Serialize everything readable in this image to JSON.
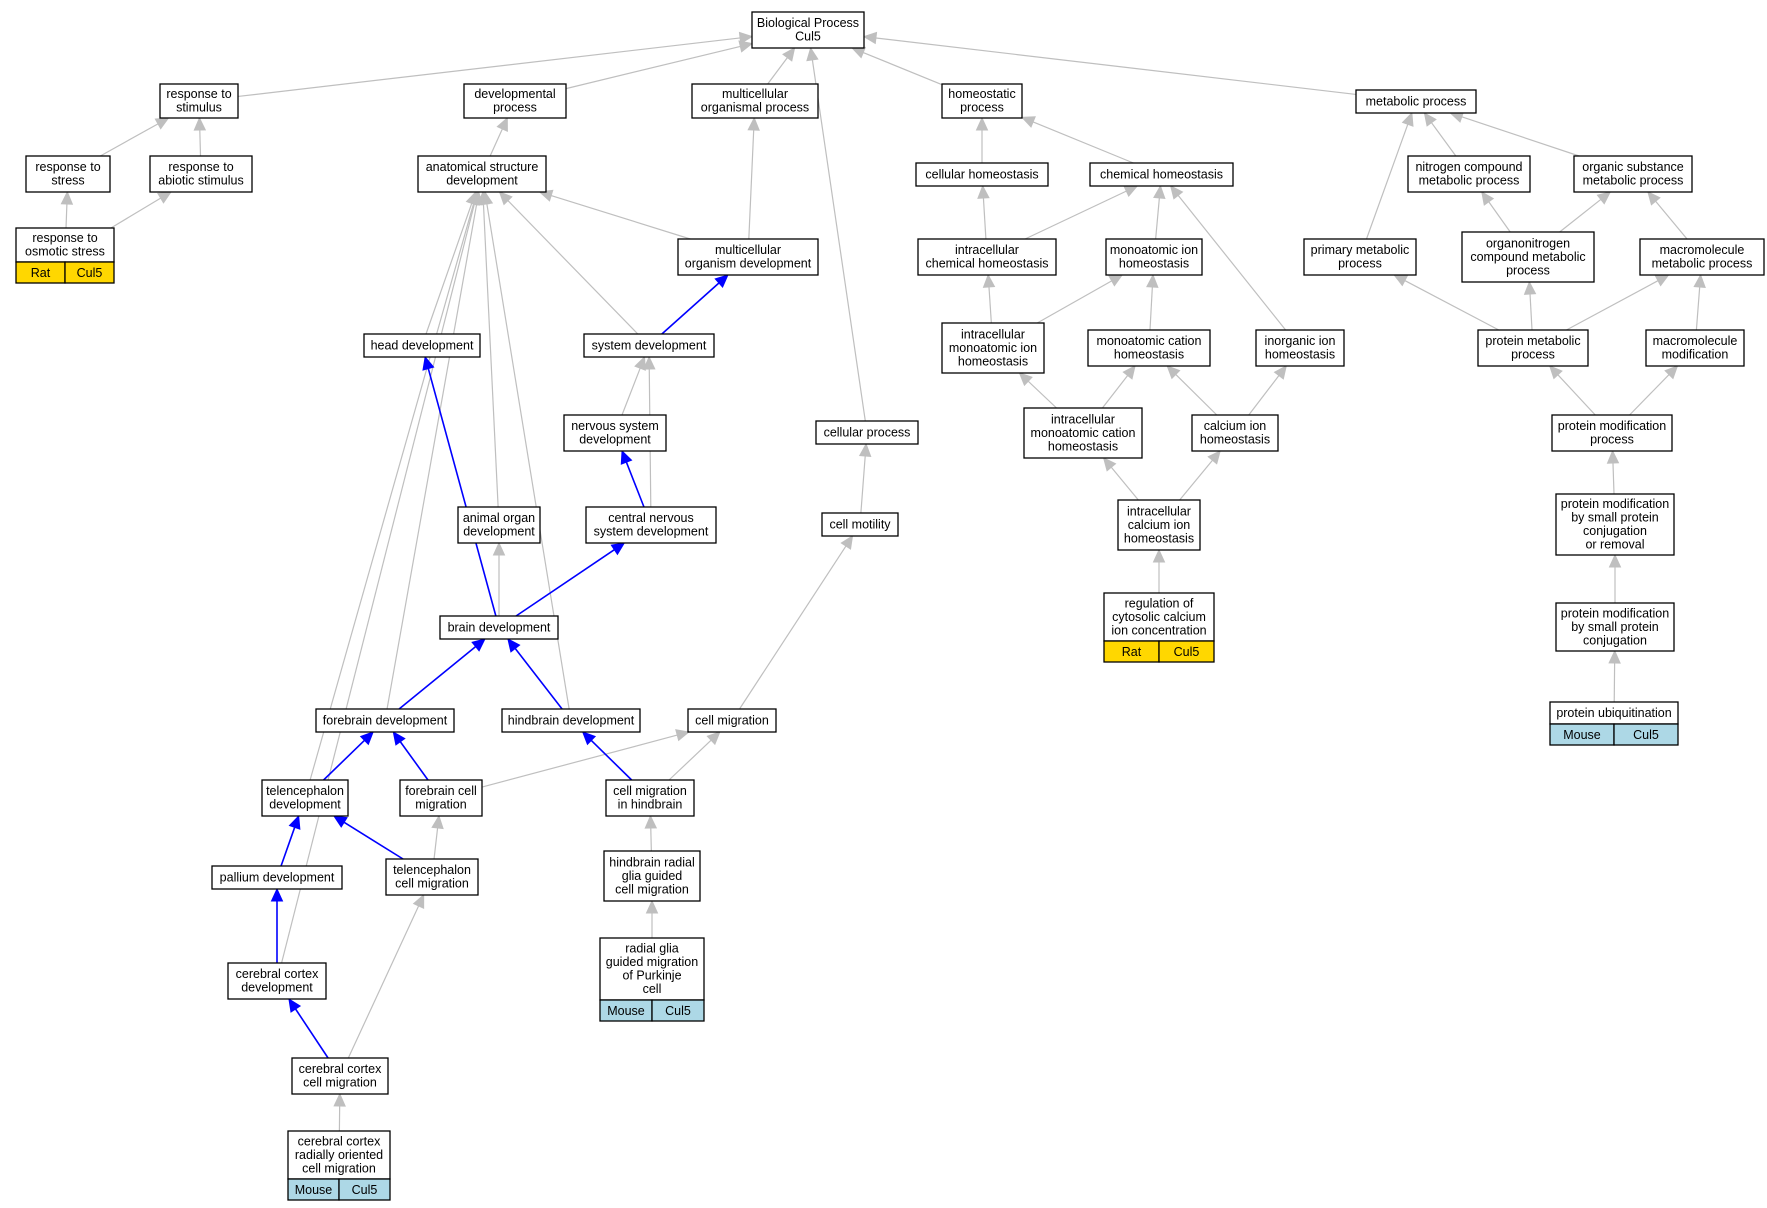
{
  "colors": {
    "edge_default": "#bfbfbf",
    "edge_highlight": "#0000ff",
    "rat_badge": "#ffd700",
    "mouse_badge": "#add8e6",
    "node_fill": "#ffffff",
    "node_stroke": "#000000"
  },
  "nodes": [
    {
      "id": "bp",
      "lines": [
        "Biological Process",
        "Cul5"
      ]
    },
    {
      "id": "rts",
      "lines": [
        "response to",
        "stimulus"
      ]
    },
    {
      "id": "devp",
      "lines": [
        "developmental",
        "process"
      ]
    },
    {
      "id": "mop",
      "lines": [
        "multicellular",
        "organismal process"
      ]
    },
    {
      "id": "homp",
      "lines": [
        "homeostatic",
        "process"
      ]
    },
    {
      "id": "metp",
      "lines": [
        "metabolic process"
      ]
    },
    {
      "id": "rtstress",
      "lines": [
        "response to",
        "stress"
      ]
    },
    {
      "id": "rtas",
      "lines": [
        "response to",
        "abiotic stimulus"
      ]
    },
    {
      "id": "asd",
      "lines": [
        "anatomical structure",
        "development"
      ]
    },
    {
      "id": "cellh",
      "lines": [
        "cellular homeostasis"
      ]
    },
    {
      "id": "chemh",
      "lines": [
        "chemical homeostasis"
      ]
    },
    {
      "id": "ncmp",
      "lines": [
        "nitrogen compound",
        "metabolic process"
      ]
    },
    {
      "id": "osmp",
      "lines": [
        "organic substance",
        "metabolic process"
      ]
    },
    {
      "id": "rtos",
      "lines": [
        "response to",
        "osmotic stress"
      ],
      "badge": {
        "species": "Rat",
        "gene": "Cul5"
      }
    },
    {
      "id": "mod",
      "lines": [
        "multicellular",
        "organism development"
      ]
    },
    {
      "id": "icch",
      "lines": [
        "intracellular",
        "chemical homeostasis"
      ]
    },
    {
      "id": "mih",
      "lines": [
        "monoatomic ion",
        "homeostasis"
      ]
    },
    {
      "id": "pmp",
      "lines": [
        "primary metabolic",
        "process"
      ]
    },
    {
      "id": "occmp",
      "lines": [
        "organonitrogen",
        "compound metabolic",
        "process"
      ]
    },
    {
      "id": "mmp",
      "lines": [
        "macromolecule",
        "metabolic process"
      ]
    },
    {
      "id": "hd",
      "lines": [
        "head development"
      ]
    },
    {
      "id": "sd",
      "lines": [
        "system development"
      ]
    },
    {
      "id": "imih",
      "lines": [
        "intracellular",
        "monoatomic ion",
        "homeostasis"
      ]
    },
    {
      "id": "mch",
      "lines": [
        "monoatomic cation",
        "homeostasis"
      ]
    },
    {
      "id": "iih",
      "lines": [
        "inorganic ion",
        "homeostasis"
      ]
    },
    {
      "id": "protmp",
      "lines": [
        "protein metabolic",
        "process"
      ]
    },
    {
      "id": "mm",
      "lines": [
        "macromolecule",
        "modification"
      ]
    },
    {
      "id": "nsd",
      "lines": [
        "nervous system",
        "development"
      ]
    },
    {
      "id": "cp",
      "lines": [
        "cellular process"
      ]
    },
    {
      "id": "imch",
      "lines": [
        "intracellular",
        "monoatomic cation",
        "homeostasis"
      ]
    },
    {
      "id": "cih",
      "lines": [
        "calcium ion",
        "homeostasis"
      ]
    },
    {
      "id": "pmodp",
      "lines": [
        "protein modification",
        "process"
      ]
    },
    {
      "id": "aod",
      "lines": [
        "animal organ",
        "development"
      ]
    },
    {
      "id": "cnsd",
      "lines": [
        "central nervous",
        "system development"
      ]
    },
    {
      "id": "cm",
      "lines": [
        "cell motility"
      ]
    },
    {
      "id": "icih",
      "lines": [
        "intracellular",
        "calcium ion",
        "homeostasis"
      ]
    },
    {
      "id": "pmbspcr",
      "lines": [
        "protein modification",
        "by small protein",
        "conjugation",
        "or removal"
      ]
    },
    {
      "id": "bd",
      "lines": [
        "brain development"
      ]
    },
    {
      "id": "rccic",
      "lines": [
        "regulation of",
        "cytosolic calcium",
        "ion concentration"
      ],
      "badge": {
        "species": "Rat",
        "gene": "Cul5"
      }
    },
    {
      "id": "pmbspc",
      "lines": [
        "protein modification",
        "by small protein",
        "conjugation"
      ]
    },
    {
      "id": "fd",
      "lines": [
        "forebrain development"
      ]
    },
    {
      "id": "hbd",
      "lines": [
        "hindbrain development"
      ]
    },
    {
      "id": "cmig",
      "lines": [
        "cell migration"
      ]
    },
    {
      "id": "pu",
      "lines": [
        "protein ubiquitination"
      ],
      "badge": {
        "species": "Mouse",
        "gene": "Cul5"
      }
    },
    {
      "id": "td",
      "lines": [
        "telencephalon",
        "development"
      ]
    },
    {
      "id": "fcm",
      "lines": [
        "forebrain cell",
        "migration"
      ]
    },
    {
      "id": "cmih",
      "lines": [
        "cell migration",
        "in hindbrain"
      ]
    },
    {
      "id": "pd",
      "lines": [
        "pallium development"
      ]
    },
    {
      "id": "tcm",
      "lines": [
        "telencephalon",
        "cell migration"
      ]
    },
    {
      "id": "hrggcm",
      "lines": [
        "hindbrain radial",
        "glia guided",
        "cell migration"
      ]
    },
    {
      "id": "rggmpc",
      "lines": [
        "radial glia",
        "guided migration",
        "of Purkinje",
        "cell"
      ],
      "badge": {
        "species": "Mouse",
        "gene": "Cul5"
      }
    },
    {
      "id": "ccd",
      "lines": [
        "cerebral cortex",
        "development"
      ]
    },
    {
      "id": "cccm",
      "lines": [
        "cerebral cortex",
        "cell migration"
      ]
    },
    {
      "id": "ccrocm",
      "lines": [
        "cerebral cortex",
        "radially oriented",
        "cell migration"
      ],
      "badge": {
        "species": "Mouse",
        "gene": "Cul5"
      }
    }
  ],
  "edges": [
    {
      "from": "rts",
      "to": "bp",
      "hl": false
    },
    {
      "from": "devp",
      "to": "bp",
      "hl": false
    },
    {
      "from": "mop",
      "to": "bp",
      "hl": false
    },
    {
      "from": "homp",
      "to": "bp",
      "hl": false
    },
    {
      "from": "metp",
      "to": "bp",
      "hl": false
    },
    {
      "from": "cp",
      "to": "bp",
      "hl": false
    },
    {
      "from": "rtstress",
      "to": "rts",
      "hl": false
    },
    {
      "from": "rtas",
      "to": "rts",
      "hl": false
    },
    {
      "from": "rtos",
      "to": "rtstress",
      "hl": false
    },
    {
      "from": "rtos",
      "to": "rtas",
      "hl": false
    },
    {
      "from": "asd",
      "to": "devp",
      "hl": false
    },
    {
      "from": "mod",
      "to": "mop",
      "hl": false
    },
    {
      "from": "mod",
      "to": "asd",
      "hl": false
    },
    {
      "from": "sd",
      "to": "mod",
      "hl": true
    },
    {
      "from": "sd",
      "to": "asd",
      "hl": false
    },
    {
      "from": "hd",
      "to": "asd",
      "hl": false
    },
    {
      "from": "aod",
      "to": "asd",
      "hl": false
    },
    {
      "from": "hbd",
      "to": "asd",
      "hl": false
    },
    {
      "from": "fd",
      "to": "asd",
      "hl": false
    },
    {
      "from": "td",
      "to": "asd",
      "hl": false
    },
    {
      "from": "ccd",
      "to": "asd",
      "hl": false
    },
    {
      "from": "nsd",
      "to": "sd",
      "hl": false
    },
    {
      "from": "cnsd",
      "to": "sd",
      "hl": false
    },
    {
      "from": "cnsd",
      "to": "nsd",
      "hl": true
    },
    {
      "from": "bd",
      "to": "hd",
      "hl": true
    },
    {
      "from": "bd",
      "to": "aod",
      "hl": false
    },
    {
      "from": "bd",
      "to": "cnsd",
      "hl": true
    },
    {
      "from": "fd",
      "to": "bd",
      "hl": true
    },
    {
      "from": "hbd",
      "to": "bd",
      "hl": true
    },
    {
      "from": "td",
      "to": "fd",
      "hl": true
    },
    {
      "from": "fcm",
      "to": "fd",
      "hl": true
    },
    {
      "from": "pd",
      "to": "td",
      "hl": true
    },
    {
      "from": "tcm",
      "to": "td",
      "hl": true
    },
    {
      "from": "ccd",
      "to": "pd",
      "hl": true
    },
    {
      "from": "cccm",
      "to": "ccd",
      "hl": true
    },
    {
      "from": "cccm",
      "to": "tcm",
      "hl": false
    },
    {
      "from": "ccrocm",
      "to": "cccm",
      "hl": false
    },
    {
      "from": "tcm",
      "to": "fcm",
      "hl": false
    },
    {
      "from": "fcm",
      "to": "cmig",
      "hl": false
    },
    {
      "from": "cmih",
      "to": "hbd",
      "hl": true
    },
    {
      "from": "cmih",
      "to": "cmig",
      "hl": false
    },
    {
      "from": "hrggcm",
      "to": "cmih",
      "hl": false
    },
    {
      "from": "rggmpc",
      "to": "hrggcm",
      "hl": false
    },
    {
      "from": "cmig",
      "to": "cm",
      "hl": false
    },
    {
      "from": "cm",
      "to": "cp",
      "hl": false
    },
    {
      "from": "cellh",
      "to": "homp",
      "hl": false
    },
    {
      "from": "chemh",
      "to": "homp",
      "hl": false
    },
    {
      "from": "icch",
      "to": "cellh",
      "hl": false
    },
    {
      "from": "icch",
      "to": "chemh",
      "hl": false
    },
    {
      "from": "mih",
      "to": "chemh",
      "hl": false
    },
    {
      "from": "iih",
      "to": "chemh",
      "hl": false
    },
    {
      "from": "imih",
      "to": "icch",
      "hl": false
    },
    {
      "from": "imih",
      "to": "mih",
      "hl": false
    },
    {
      "from": "mch",
      "to": "mih",
      "hl": false
    },
    {
      "from": "imch",
      "to": "imih",
      "hl": false
    },
    {
      "from": "imch",
      "to": "mch",
      "hl": false
    },
    {
      "from": "cih",
      "to": "mch",
      "hl": false
    },
    {
      "from": "cih",
      "to": "iih",
      "hl": false
    },
    {
      "from": "icih",
      "to": "imch",
      "hl": false
    },
    {
      "from": "icih",
      "to": "cih",
      "hl": false
    },
    {
      "from": "rccic",
      "to": "icih",
      "hl": false
    },
    {
      "from": "pmp",
      "to": "metp",
      "hl": false
    },
    {
      "from": "ncmp",
      "to": "metp",
      "hl": false
    },
    {
      "from": "osmp",
      "to": "metp",
      "hl": false
    },
    {
      "from": "occmp",
      "to": "ncmp",
      "hl": false
    },
    {
      "from": "occmp",
      "to": "osmp",
      "hl": false
    },
    {
      "from": "mmp",
      "to": "osmp",
      "hl": false
    },
    {
      "from": "protmp",
      "to": "pmp",
      "hl": false
    },
    {
      "from": "protmp",
      "to": "occmp",
      "hl": false
    },
    {
      "from": "protmp",
      "to": "mmp",
      "hl": false
    },
    {
      "from": "mm",
      "to": "mmp",
      "hl": false
    },
    {
      "from": "pmodp",
      "to": "protmp",
      "hl": false
    },
    {
      "from": "pmodp",
      "to": "mm",
      "hl": false
    },
    {
      "from": "pmbspcr",
      "to": "pmodp",
      "hl": false
    },
    {
      "from": "pmbspc",
      "to": "pmbspcr",
      "hl": false
    },
    {
      "from": "pu",
      "to": "pmbspc",
      "hl": false
    }
  ]
}
